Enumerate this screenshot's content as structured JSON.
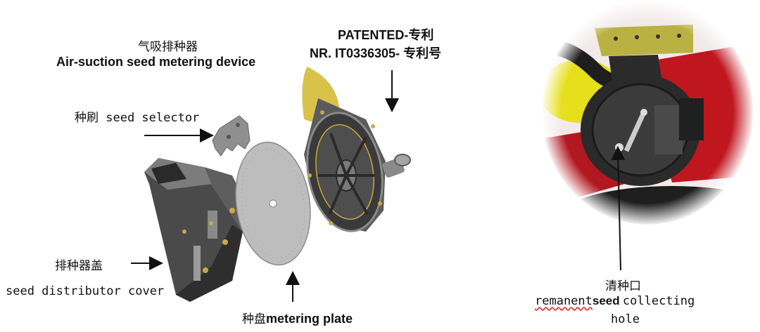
{
  "labels": {
    "device_cn": "气吸排种器",
    "device_en": "Air-suction seed metering device",
    "patented_line1": "PATENTED-专利",
    "patented_line2": "NR. IT0336305- 专利号",
    "selector": "种刷 seed selector",
    "cover_cn": "排种器盖",
    "cover_en": "seed distributor cover",
    "plate_cn": "种盘",
    "plate_en": "metering plate",
    "hole_cn": "清种口",
    "hole_en_word1": "remanent",
    "hole_en_word2": "seed",
    "hole_en_word3": "collecting",
    "hole_en_line2": "hole"
  },
  "colors": {
    "housing_dark": "#3c3c3c",
    "housing_mid": "#6e6e6e",
    "housing_light": "#9a9a9a",
    "plate_gray": "#b8b8b8",
    "bracket_yellow": "#d8c24a",
    "frame_red": "#c0161e",
    "wheel_yellow": "#e6df1c",
    "bracket_olive": "#b9b243",
    "hose_black": "#1e1e1e"
  }
}
